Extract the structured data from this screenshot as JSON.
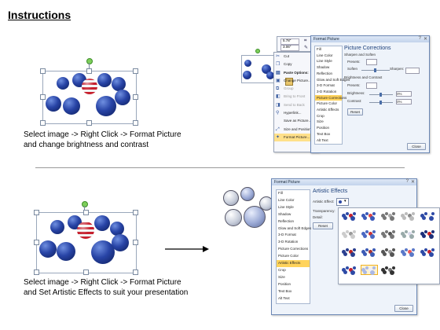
{
  "title": "Instructions",
  "step1": {
    "text": "Select image -> Right Click -> Format Picture and change brightness and contrast"
  },
  "step2": {
    "text": "Select image -> Right Click -> Format Picture and Set Artistic Effects to suit your presentation"
  },
  "toolbar": {
    "width_value": "5.78\"",
    "height_value": "3.06\""
  },
  "context_menu": {
    "items": [
      {
        "label": "Cut",
        "icon": "scissors-icon"
      },
      {
        "label": "Copy",
        "icon": "copy-icon"
      },
      {
        "label": "Paste Options:",
        "icon": "paste-icon"
      },
      {
        "label": "",
        "icon": "paste-option-icon"
      },
      {
        "label": "Change Picture...",
        "icon": "picture-icon"
      },
      {
        "label": "Group",
        "icon": "group-icon"
      },
      {
        "label": "Bring to Front",
        "icon": "bring-front-icon"
      },
      {
        "label": "Send to Back",
        "icon": "send-back-icon"
      },
      {
        "label": "Hyperlink...",
        "icon": "hyperlink-icon"
      },
      {
        "label": "Save as Picture...",
        "icon": ""
      },
      {
        "label": "Size and Position...",
        "icon": "size-icon"
      },
      {
        "label": "Format Picture...",
        "icon": "format-icon"
      }
    ]
  },
  "dialog1": {
    "title": "Format Picture",
    "categories": [
      "Fill",
      "Line Color",
      "Line Style",
      "Shadow",
      "Reflection",
      "Glow and Soft Edges",
      "3-D Format",
      "3-D Rotation",
      "Picture Corrections",
      "Picture Color",
      "Artistic Effects",
      "Crop",
      "Size",
      "Position",
      "Text Box",
      "Alt Text"
    ],
    "selected_index": 8,
    "pane_title": "Picture Corrections",
    "section1": "Sharpen and Soften",
    "presets_label": "Presets:",
    "soften_label": "Soften",
    "sharpen_label": "Sharpen:",
    "section2": "Brightness and Contrast",
    "brightness_label": "Brightness:",
    "brightness_value": "0%",
    "contrast_label": "Contrast:",
    "contrast_value": "0%",
    "reset_label": "Reset",
    "close_label": "Close"
  },
  "dialog2": {
    "title": "Format Picture",
    "categories": [
      "Fill",
      "Line Color",
      "Line Style",
      "Shadow",
      "Reflection",
      "Glow and Soft Edges",
      "3-D Format",
      "3-D Rotation",
      "Picture Corrections",
      "Picture Color",
      "Artistic Effects",
      "Crop",
      "Size",
      "Position",
      "Text Box",
      "Alt Text"
    ],
    "selected_index": 10,
    "pane_title": "Artistic Effects",
    "artistic_label": "Artistic Effect:",
    "transparency_label": "Transparency:",
    "detail_label": "Detail:",
    "reset_label": "Reset",
    "close_label": "Close"
  },
  "colors": {
    "selection_highlight": "#ffd35c",
    "dialog_bg": "#eef3fa",
    "title_blue": "#1b3f7a"
  }
}
